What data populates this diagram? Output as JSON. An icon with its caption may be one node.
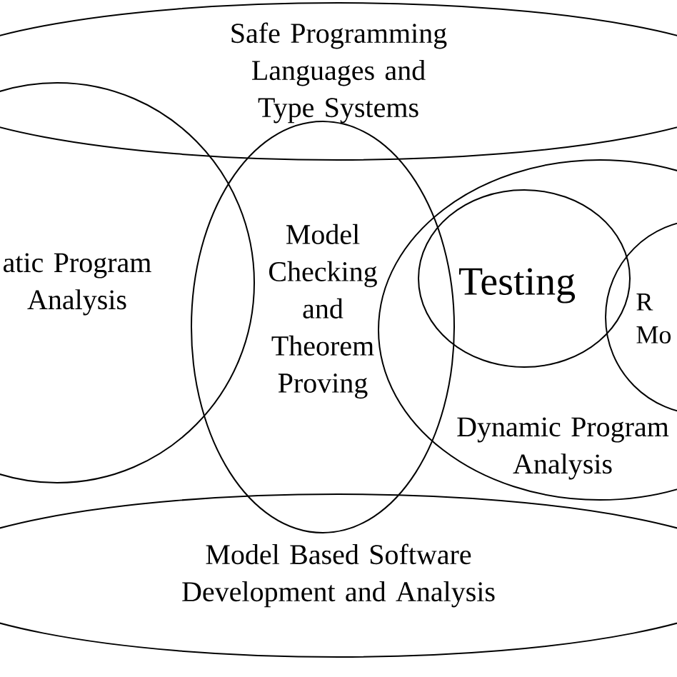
{
  "diagram": {
    "nodes": [
      {
        "text": [
          "Safe Programming Languages and Type Systems"
        ]
      },
      {
        "text": [
          "atic Program Analysis"
        ]
      },
      {
        "text": [
          "Model Checking and Theorem Proving"
        ]
      },
      {
        "text": [
          "Dynamic Program Analysis"
        ]
      },
      {
        "text": [
          "Testing"
        ],
        "in": 3
      },
      {
        "text": [
          "R Mo"
        ],
        "in": 3
      },
      {
        "text": [
          "Model Based Software Development and Analysis"
        ]
      }
    ]
  }
}
